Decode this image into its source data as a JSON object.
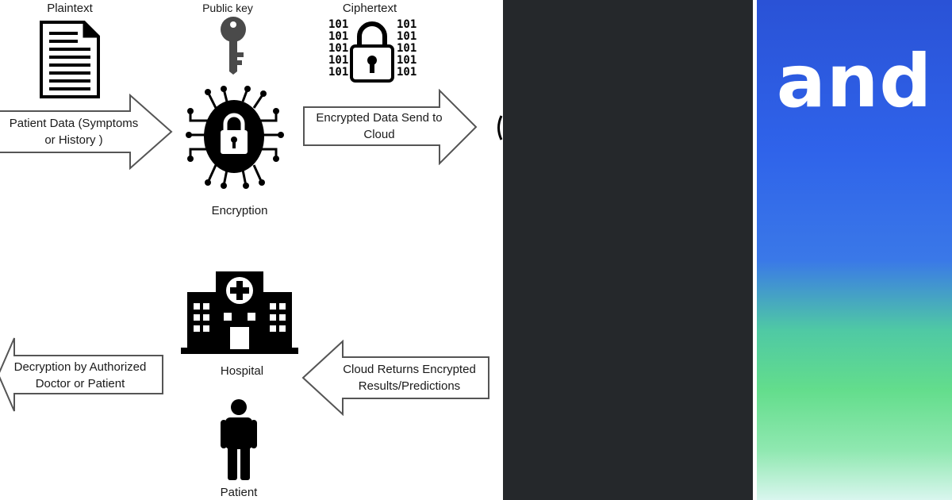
{
  "diagram": {
    "icons": {
      "plaintext": {
        "label": "Plaintext",
        "icon": "document-icon"
      },
      "public_key": {
        "label": "Public key",
        "icon": "key-icon"
      },
      "ciphertext": {
        "label": "Ciphertext",
        "icon": "binary-lock-icon"
      },
      "encryption": {
        "label": "Encryption",
        "icon": "circuit-lock-icon"
      },
      "hospital": {
        "label": "Hospital",
        "icon": "hospital-icon"
      },
      "patient": {
        "label": "Patient",
        "icon": "person-icon"
      }
    },
    "arrows": {
      "patient_data": {
        "line1": "Patient Data (Symptoms",
        "line2": "or History )",
        "direction": "right"
      },
      "encrypted_send": {
        "line1": "Encrypted Data Send to",
        "line2": "Cloud",
        "direction": "right"
      },
      "cloud_returns": {
        "line1": "Cloud Returns Encrypted",
        "line2": "Results/Predictions",
        "direction": "left"
      },
      "decryption": {
        "line1": "Decryption by Authorized",
        "line2": "Doctor or Patient",
        "direction": "left"
      }
    },
    "binary_text": "101"
  },
  "side_panels": {
    "dark_color": "#25282b",
    "gradient_word": "and"
  }
}
